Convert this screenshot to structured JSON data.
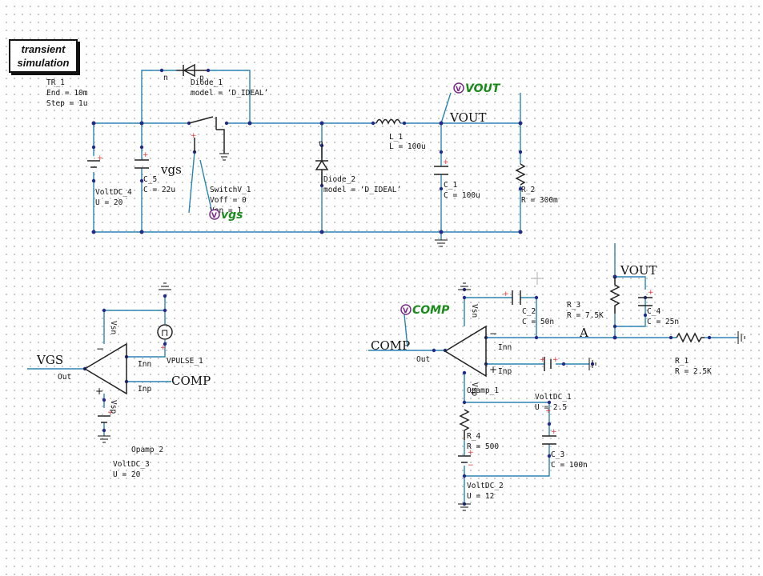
{
  "title_block": {
    "text": "transient\nsimulation"
  },
  "analysis": {
    "name": "TR_1",
    "end": "End = 10m",
    "step": "Step = 1u"
  },
  "components": {
    "voltdc4": {
      "name": "VoltDC_4",
      "value": "U = 20"
    },
    "c5": {
      "name": "C_5",
      "value": "C = 22u"
    },
    "diode1": {
      "name": "Diode_1",
      "value": "model = ‘D_IDEAL’",
      "pin_n": "n",
      "pin_p": "p"
    },
    "switch": {
      "name": "SwitchV_1",
      "voff": "Voff = 0",
      "von": "Von = 1"
    },
    "diode2": {
      "name": "Diode_2",
      "value": "model = ‘D_IDEAL’",
      "pin": "n"
    },
    "l1": {
      "name": "L_1",
      "value": "L = 100u"
    },
    "c1": {
      "name": "C_1",
      "value": "C = 100u"
    },
    "r2": {
      "name": "R_2",
      "value": "R = 300m"
    },
    "vpulse": {
      "name": "VPULSE_1"
    },
    "opamp2": {
      "name": "Opamp_2",
      "vsn": "Vsn",
      "vsp": "Vsp",
      "inn": "Inn",
      "inp": "Inp",
      "out": "Out"
    },
    "voltdc3": {
      "name": "VoltDC_3",
      "value": "U = 20"
    },
    "c2": {
      "name": "C_2",
      "value": "C = 50n"
    },
    "r3": {
      "name": "R_3",
      "value": "R = 7.5K"
    },
    "c4": {
      "name": "C_4",
      "value": "C = 25n"
    },
    "r1": {
      "name": "R_1",
      "value": "R = 2.5K"
    },
    "opamp1": {
      "name": "Opamp_1",
      "vsn": "Vsn",
      "vsp": "Vsp",
      "inn": "Inn",
      "inp": "Inp",
      "out": "Out"
    },
    "voltdc1": {
      "name": "VoltDC_1",
      "value": "U = 2.5"
    },
    "r4": {
      "name": "R_4",
      "value": "R = 500"
    },
    "c3": {
      "name": "C_3",
      "value": "C = 100n"
    },
    "voltdc2": {
      "name": "VoltDC_2",
      "value": "U = 12"
    }
  },
  "nets": {
    "vout": "VOUT",
    "vgs_lower": "vgs",
    "vgs_upper": "VGS",
    "comp_left": "COMP",
    "comp_right": "COMP",
    "a": "A",
    "vout2": "VOUT"
  },
  "probes": {
    "vout": "VOUT",
    "vgs": "vgs",
    "comp": "COMP",
    "badge": "V"
  },
  "vpulse_symbol": "⊓",
  "colors": {
    "wire": "#2a84b3",
    "component": "#222222",
    "junction": "#222a8a",
    "probe": "#1a8a1a",
    "polarity": "#e03030"
  }
}
